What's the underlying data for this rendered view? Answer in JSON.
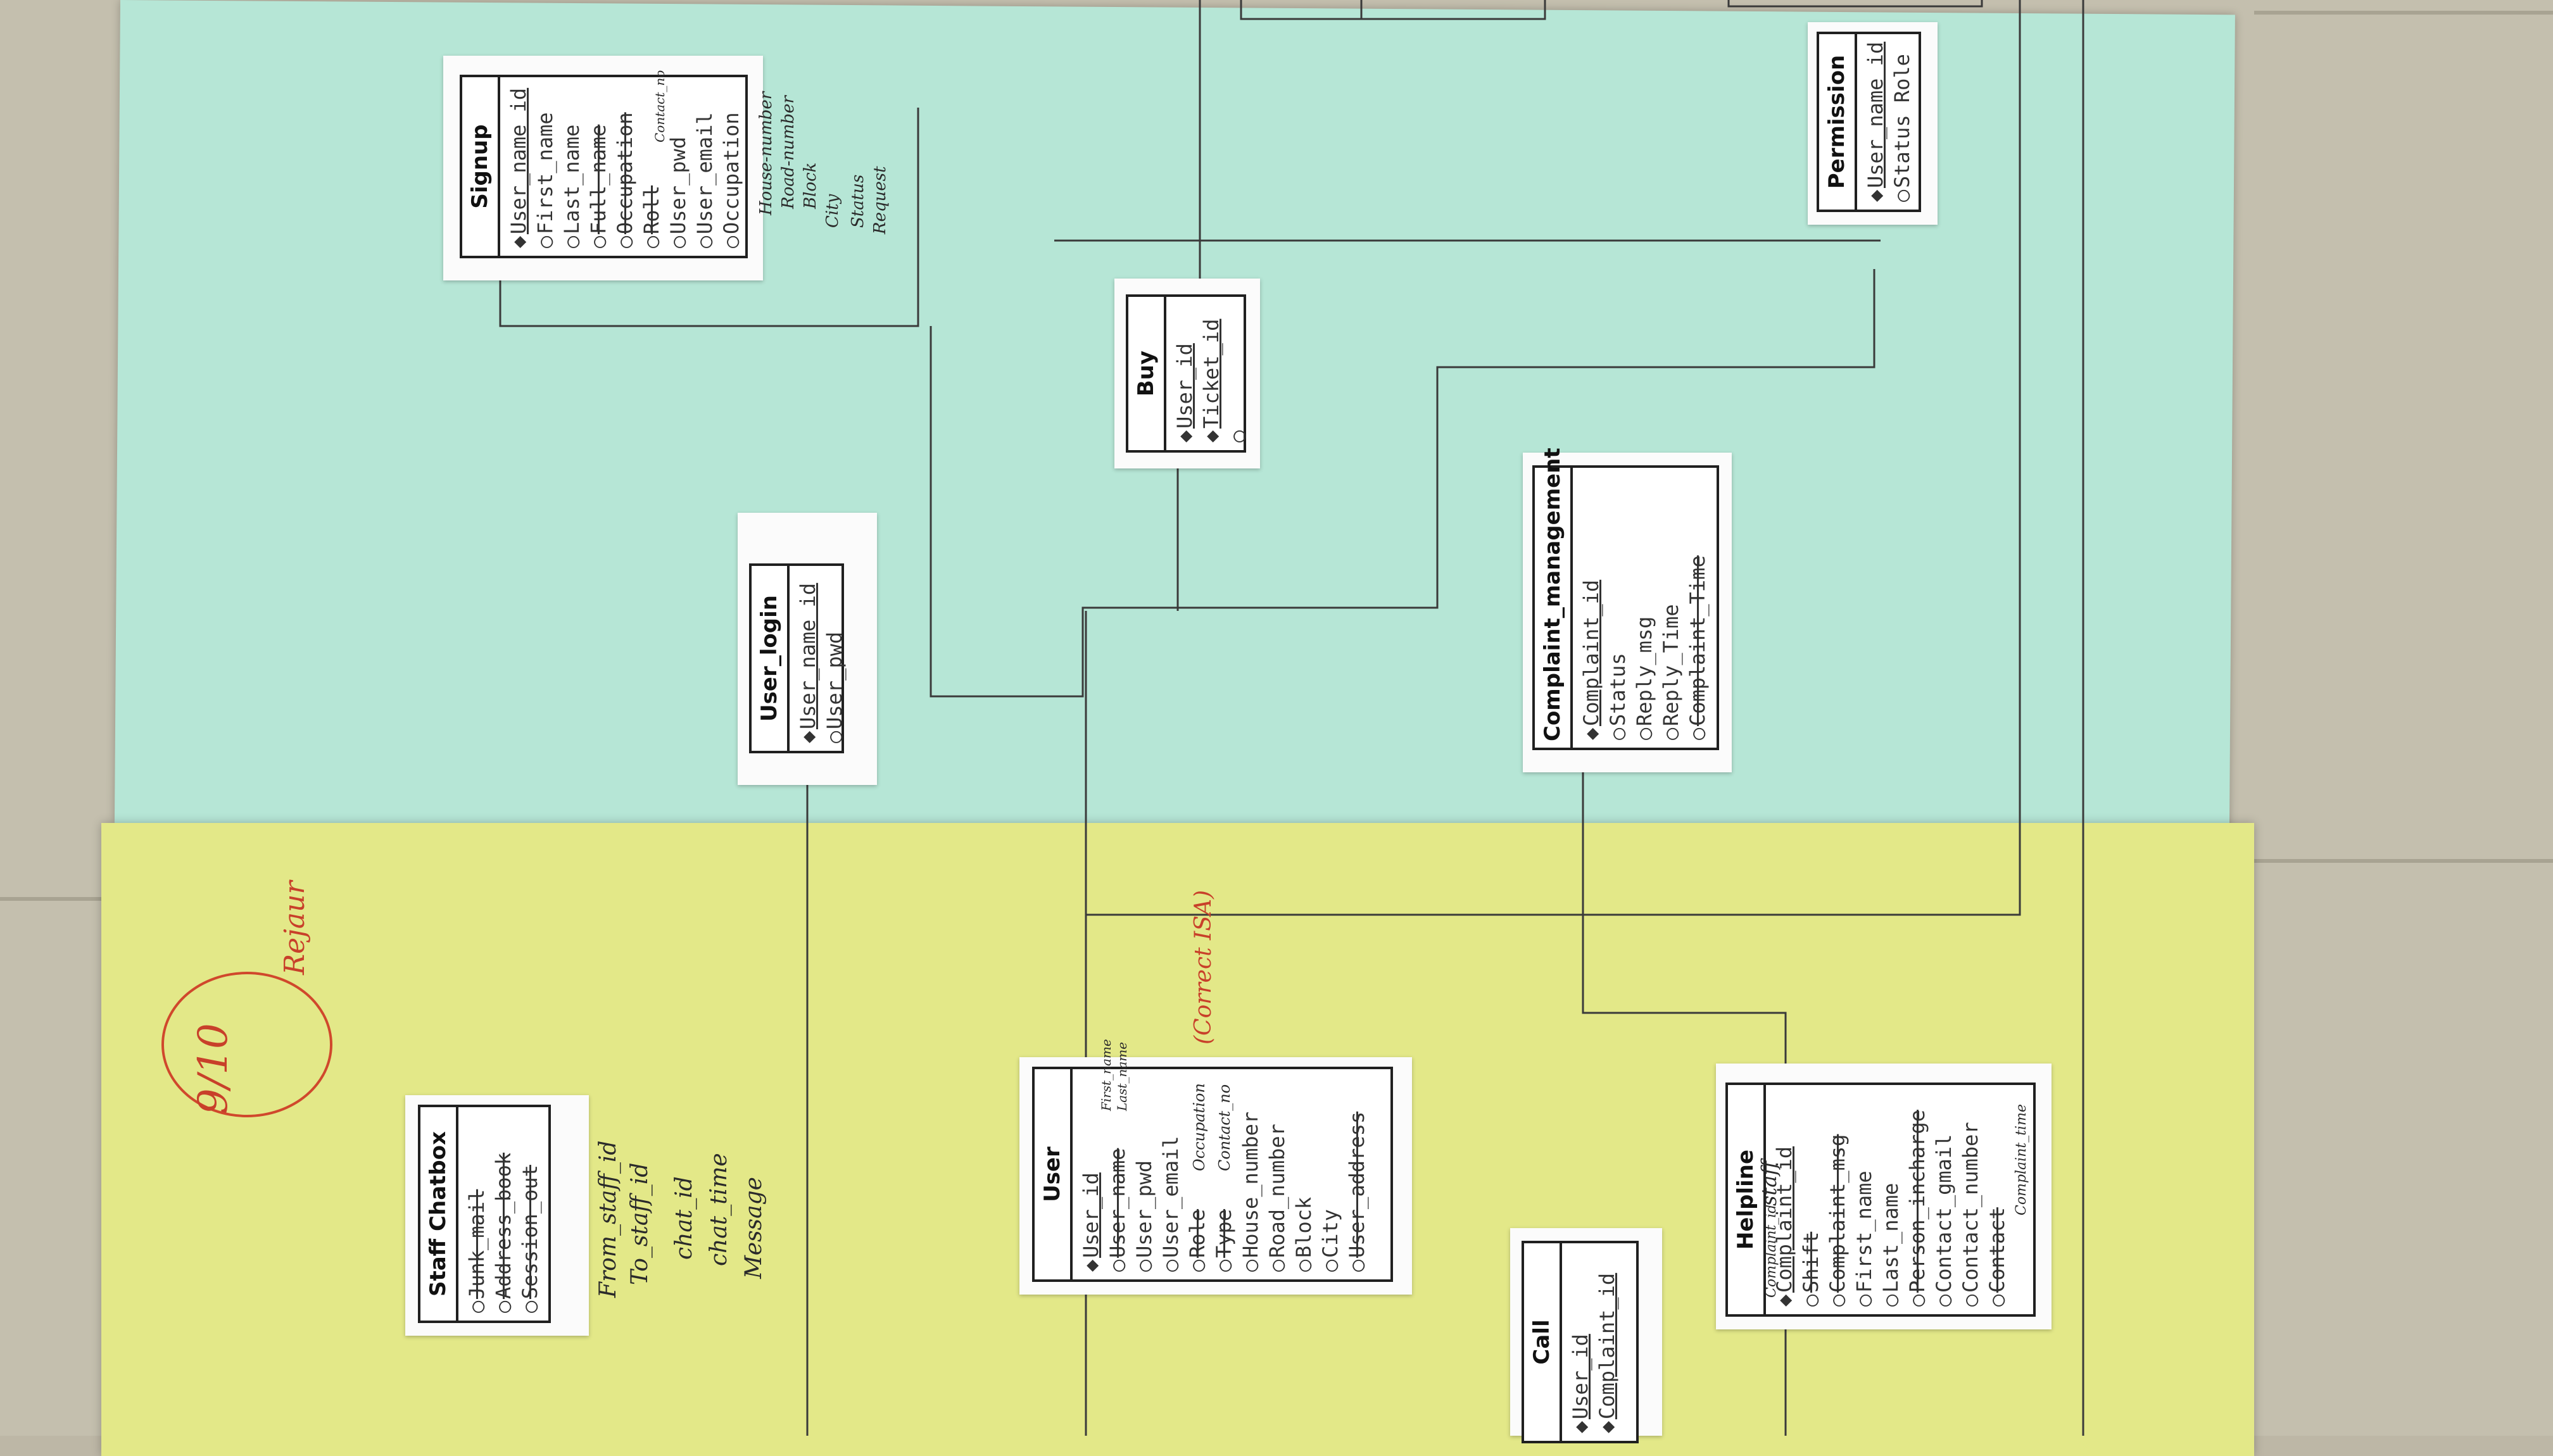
{
  "tables": {
    "signup": {
      "title": "Signup",
      "rows": [
        "User_name id",
        "First_name",
        "Last_name",
        "Full_name",
        "Occupation",
        "Roll",
        "User_pwd",
        "User_email",
        "Occupation"
      ]
    },
    "user_login": {
      "title": "User_login",
      "rows": [
        "User_name id",
        "User_pwd"
      ]
    },
    "buy": {
      "title": "Buy",
      "rows": [
        "User_id",
        "Ticket_id",
        ""
      ]
    },
    "complaint_management": {
      "title": "Complaint_management",
      "rows": [
        "Complaint_id",
        "Status",
        "Reply_msg",
        "Reply_Time",
        "Complaint_Time"
      ]
    },
    "permission": {
      "title": "Permission",
      "rows": [
        "User_name id",
        "Status Role"
      ]
    },
    "staff_chatbox": {
      "title": "Staff Chatbox",
      "rows": [
        "Junk_mail",
        "Address_book",
        "Session_out"
      ]
    },
    "user": {
      "title": "User",
      "rows": [
        "User_id",
        "User_name",
        "User_pwd",
        "User_email",
        "Role",
        "Type",
        "House_number",
        "Road_number",
        "Block",
        "City",
        "User_address"
      ]
    },
    "call": {
      "title": "Call",
      "rows": [
        "User_id",
        "Complaint_id"
      ]
    },
    "helpline": {
      "title": "Helpline",
      "rows": [
        "Complaint_id",
        "Shift",
        "Complaint_msg",
        "First_name",
        "Last_name",
        "Person_incharge",
        "Contact_gmail",
        "Contact_number",
        "Contact"
      ]
    }
  },
  "notes": {
    "signup_extra": [
      "House-number",
      "Road-number",
      "Block",
      "City",
      "Status",
      "Request"
    ],
    "signup_inline": [
      "Contact_no"
    ],
    "chatbox_extra": [
      "From_staff_id",
      "To_staff_id",
      "chat_id",
      "chat_time",
      "Message"
    ],
    "user_inline": [
      "First_name",
      "Last_name",
      "Occupation",
      "Contact_no"
    ],
    "helpline_inline": [
      "Complaint_id",
      "staff",
      "Complaint_time"
    ],
    "user_correction": "(Correct ISA)",
    "grade": "9/10",
    "grader": "Rejaur"
  }
}
